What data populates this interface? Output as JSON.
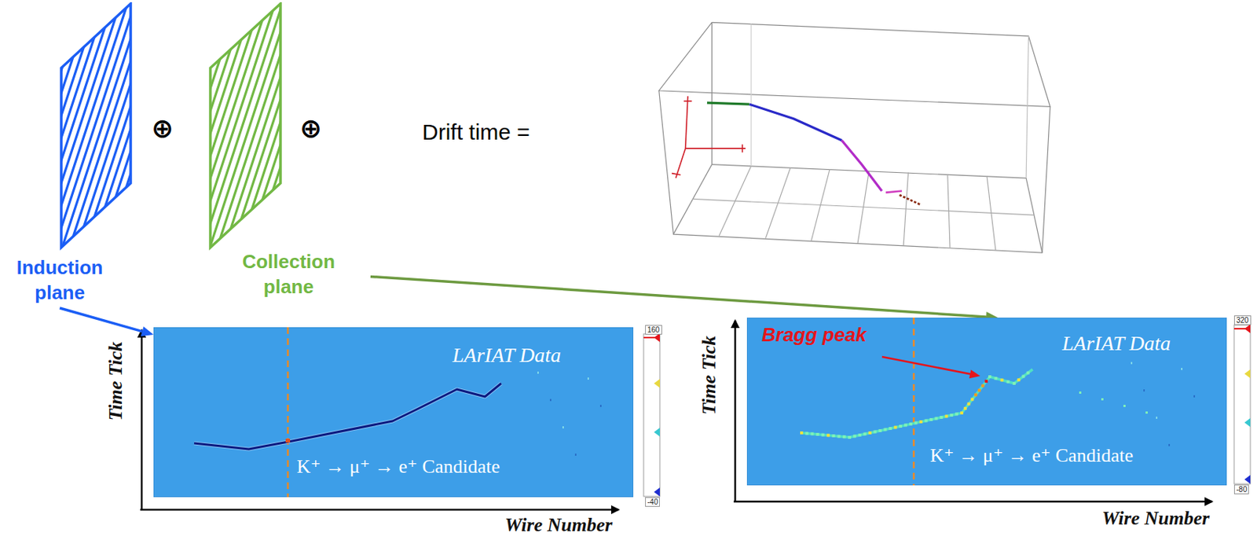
{
  "diagram": {
    "nodes": [
      {
        "text": [
          "Induction plane"
        ]
      },
      {
        "text": [
          "Collection plane"
        ]
      },
      {
        "text": [
          "LArIAT Data",
          "K⁺ → μ⁺ → e⁺ Candidate"
        ]
      },
      {
        "text": [
          "Bragg peak",
          "LArIAT Data",
          "K⁺ → μ⁺ → e⁺ Candidate"
        ]
      }
    ],
    "edges": [
      {
        "from": 0,
        "to": 2,
        "arrow": "to"
      },
      {
        "from": 1,
        "to": 3,
        "arrow": "to"
      }
    ],
    "labels": [
      "⊕",
      "⊕",
      "Drift time =",
      "Time Tick",
      "Wire Number",
      "160",
      "-40",
      "Time Tick",
      "Wire Number",
      "320",
      "-80"
    ]
  }
}
